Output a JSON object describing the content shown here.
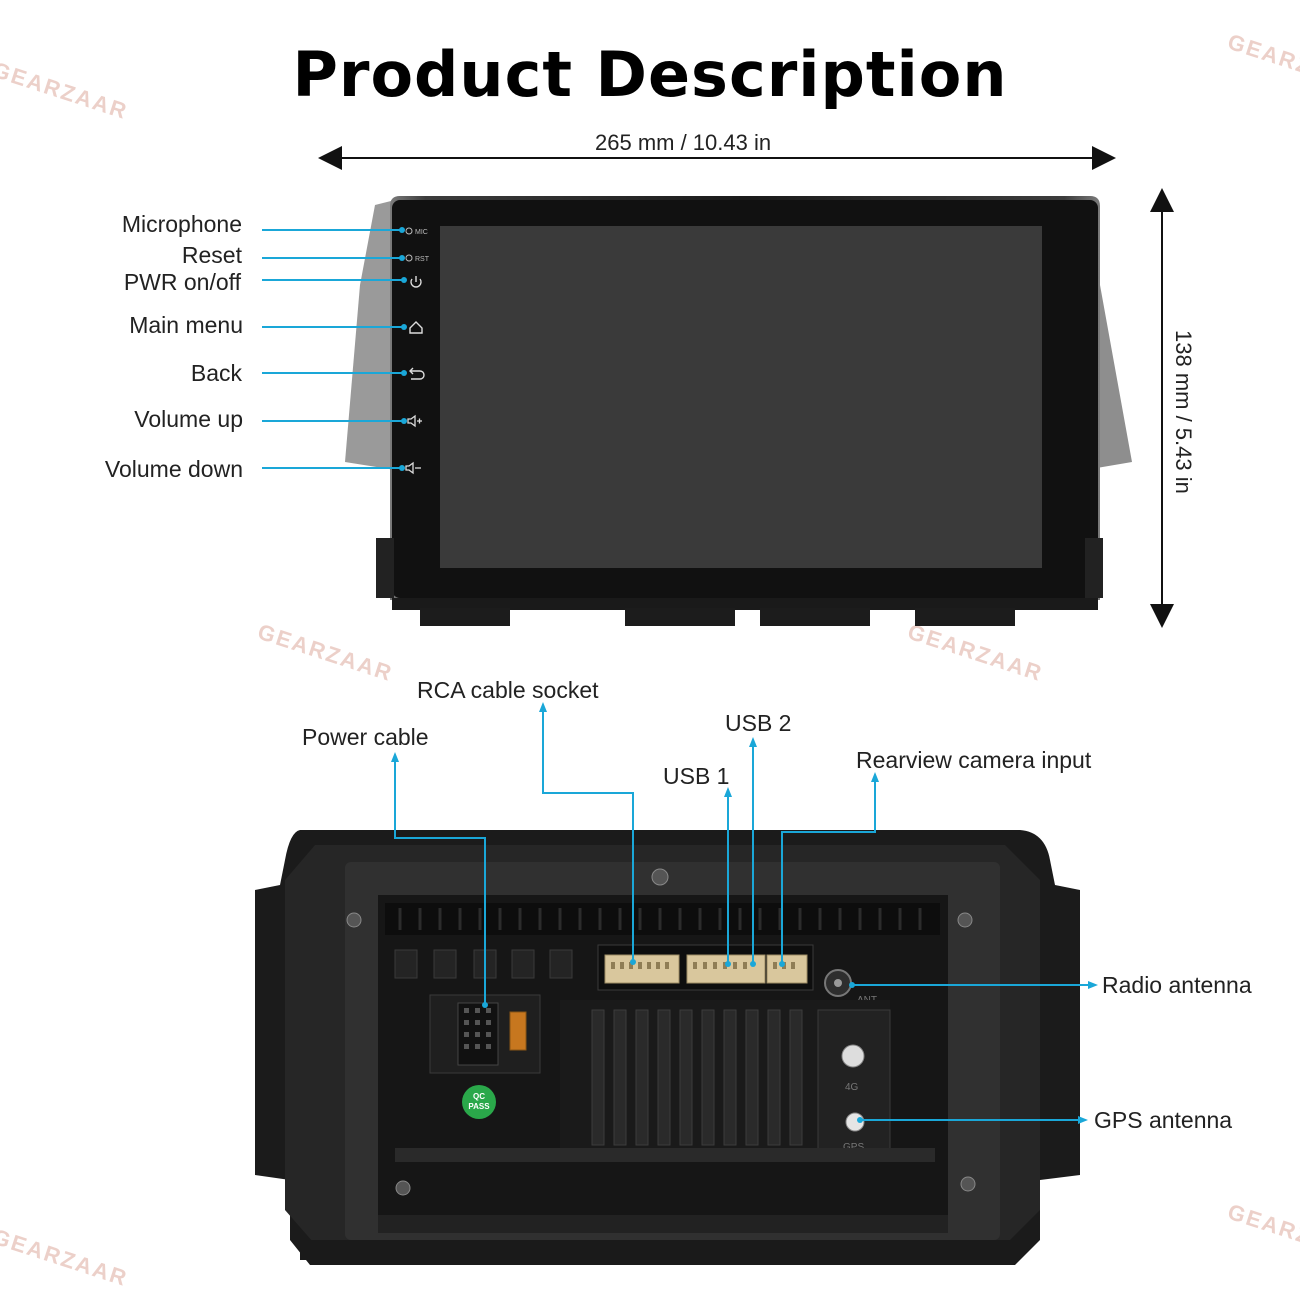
{
  "header": {
    "title": "Product Description"
  },
  "dimensions": {
    "width": "265 mm / 10.43 in",
    "height": "138 mm / 5.43 in"
  },
  "front_labels": {
    "microphone": "Microphone",
    "reset": "Reset",
    "power": "PWR on/off",
    "main_menu": "Main menu",
    "back": "Back",
    "volume_up": "Volume up",
    "volume_down": "Volume down"
  },
  "front_marks": {
    "mic": "MIC",
    "rst": "RST"
  },
  "rear_labels": {
    "power_cable": "Power cable",
    "rca": "RCA cable socket",
    "usb1": "USB 1",
    "usb2": "USB 2",
    "rearview": "Rearview camera input",
    "radio_antenna": "Radio antenna",
    "gps_antenna": "GPS antenna"
  },
  "rear_marks": {
    "ant": "ANT",
    "g4": "4G",
    "gps": "GPS",
    "qc": "QC\nPASS"
  },
  "watermark": {
    "text": "GEARZAAR",
    "color": "#e0b2a6"
  },
  "colors": {
    "leader_line": "#1aa7d8",
    "arrow": "#111111",
    "qc_badge": "#2aa84a"
  }
}
